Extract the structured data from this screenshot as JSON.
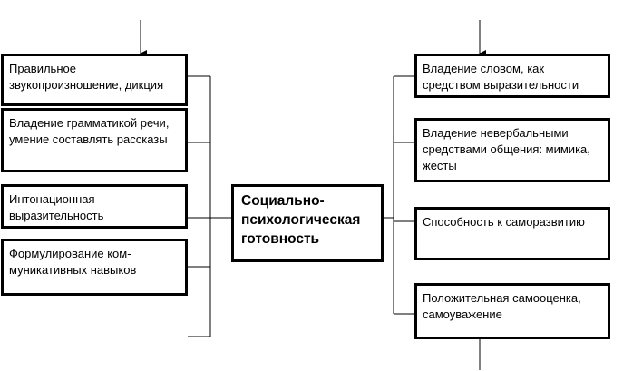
{
  "colors": {
    "line": "#000000",
    "box_border": "#000000",
    "background": "#ffffff",
    "text": "#000000"
  },
  "center": {
    "label": "Социально-психологическая готовность"
  },
  "left_items": [
    {
      "label": "Правильное звукопроизношение, дикция"
    },
    {
      "label": "Владение грамматикой речи, умение составлять рассказы"
    },
    {
      "label": "Интонационная выразительность"
    },
    {
      "label": "Формулирование ком-муникативных навыков"
    }
  ],
  "right_items": [
    {
      "label": "Владение словом, как средством выразительности"
    },
    {
      "label": "Владение невербальными средствами общения: мимика, жесты"
    },
    {
      "label": "Способность к саморазвитию"
    },
    {
      "label": "Положительная самооценка, самоуважение"
    }
  ]
}
